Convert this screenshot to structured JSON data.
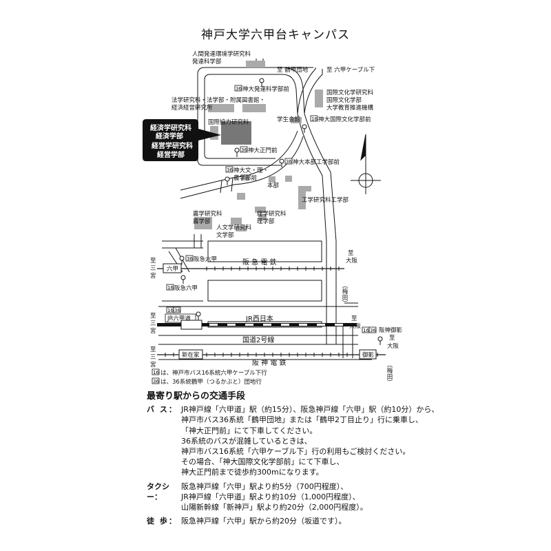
{
  "title": "神戸大学六甲台キャンパス",
  "map": {
    "faculties": {
      "human_dev": [
        "人間発達環境学研究科",
        "発達科学部"
      ],
      "law": [
        "法学研究科・法学部・附属図書館・",
        "経済経営研究所"
      ],
      "intl_coop": "国際協力研究科",
      "econ_box": [
        "経済学研究科",
        "経済学部",
        "経営学研究科",
        "経営学部"
      ],
      "intl_culture": [
        "国際文化学研究科",
        "国際文化学部",
        "大学教育推進機構"
      ],
      "student_hall": "学生会館",
      "main_bldg": "本部",
      "engineering": "工学研究科工学部",
      "agriculture": [
        "農学研究科",
        "農学部"
      ],
      "science": [
        "理学研究科",
        "理学部"
      ],
      "letters": [
        "人文学研究科",
        "文学部"
      ]
    },
    "bus_stops": {
      "hattatsu": "神大発達科学部前",
      "seimon": "神大正門前",
      "kokusai": "神大国際文化学部前",
      "honbu": "神大本部工学部前",
      "bunri": [
        "神大文・理・",
        "農学部前"
      ],
      "hankyu_rokko_36": "阪急六甲",
      "hankyu_rokko_16": "阪急六甲",
      "jr_rokkomichi": "JR六甲道",
      "hanshin_mikage": "阪神御影"
    },
    "bus_badges": {
      "b16": "16",
      "b36": "36"
    },
    "directions": {
      "tsurukabuto": "至 鶴甲団地",
      "cable": "至 六甲ケーブル下",
      "sannomiya_1": [
        "至",
        "三",
        "宮"
      ],
      "sannomiya_2": [
        "至",
        "三",
        "宮"
      ],
      "sannomiya_3": [
        "至",
        "三",
        "宮"
      ],
      "osaka_umeda_1": [
        "至",
        "大阪",
        "（梅田）"
      ],
      "osaka_2": [
        "至",
        "大阪"
      ],
      "osaka_umeda_3": [
        "至",
        "大阪",
        "（梅田）"
      ]
    },
    "railways": {
      "hankyu": "阪 急 電 鉄",
      "jr": "JR西日本",
      "route2": "国道2号線",
      "hanshin": "阪 神 電 鉄"
    },
    "stations": {
      "rokko": "六甲",
      "shinzaike": "新在家",
      "mikage": "御影"
    },
    "legend": [
      {
        "badge": "16",
        "text": "は、神戸市バス16系統六甲ケーブル下行"
      },
      {
        "badge": "36",
        "text": "は、36系統鶴甲（つるかぶと）団地行"
      }
    ]
  },
  "access": {
    "heading": "最寄り駅からの交通手段",
    "bus": {
      "label": "バ ス：",
      "lines": [
        "JR神戸線「六甲道」駅（約15分）、阪急神戸線「六甲」駅（約10分）から、",
        "神戸市バス36系統「鶴甲団地」または「鶴甲2丁目止り」行に乗車し、",
        "「神大正門前」にて下車してください。",
        "36系統のバスが混雑しているときは、",
        "神戸市バス16系統「六甲ケーブル下」行の利用もご検討ください。",
        "その場合、「神大国際文化学部前」にて下車し、",
        "神大正門前まで徒歩約300mになります。"
      ]
    },
    "taxi": {
      "label": "タクシー：",
      "lines": [
        "阪急神戸線「六甲」駅より約5分（700円程度）、",
        "JR神戸線「六甲道」駅より約10分（1,000円程度）、",
        "山陽新幹線「新神戸」駅より約20分（2,000円程度）。"
      ]
    },
    "walk": {
      "label": "徒 歩：",
      "lines": [
        "阪急神戸線「六甲」駅から約20分（坂道です）。"
      ]
    }
  }
}
